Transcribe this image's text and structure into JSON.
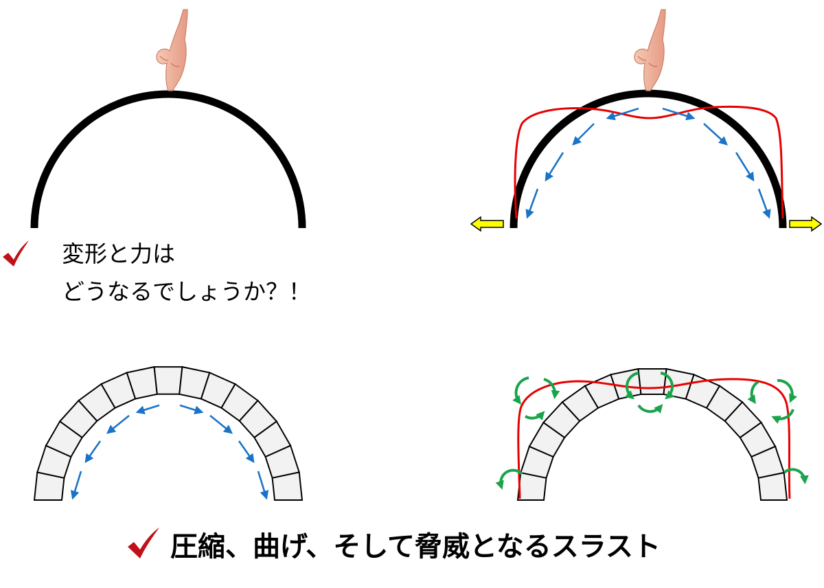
{
  "question": {
    "line1": "変形と力は",
    "line2": "どうなるでしょうか？！"
  },
  "conclusion": "圧縮、曲げ、そして脅威となるスラスト",
  "colors": {
    "arch": "#000000",
    "deformed": "#e60000",
    "force_arrow": "#1a73c6",
    "thrust_arrow": "#ffff00",
    "rotation": "#1aa34a",
    "check": "#c0101a",
    "block_fill": "#f2f2f2"
  },
  "icons": [
    "finger-pointing-down-icon",
    "checkmark-icon",
    "thrust-arrow-icon",
    "rotation-arrow-icon"
  ]
}
